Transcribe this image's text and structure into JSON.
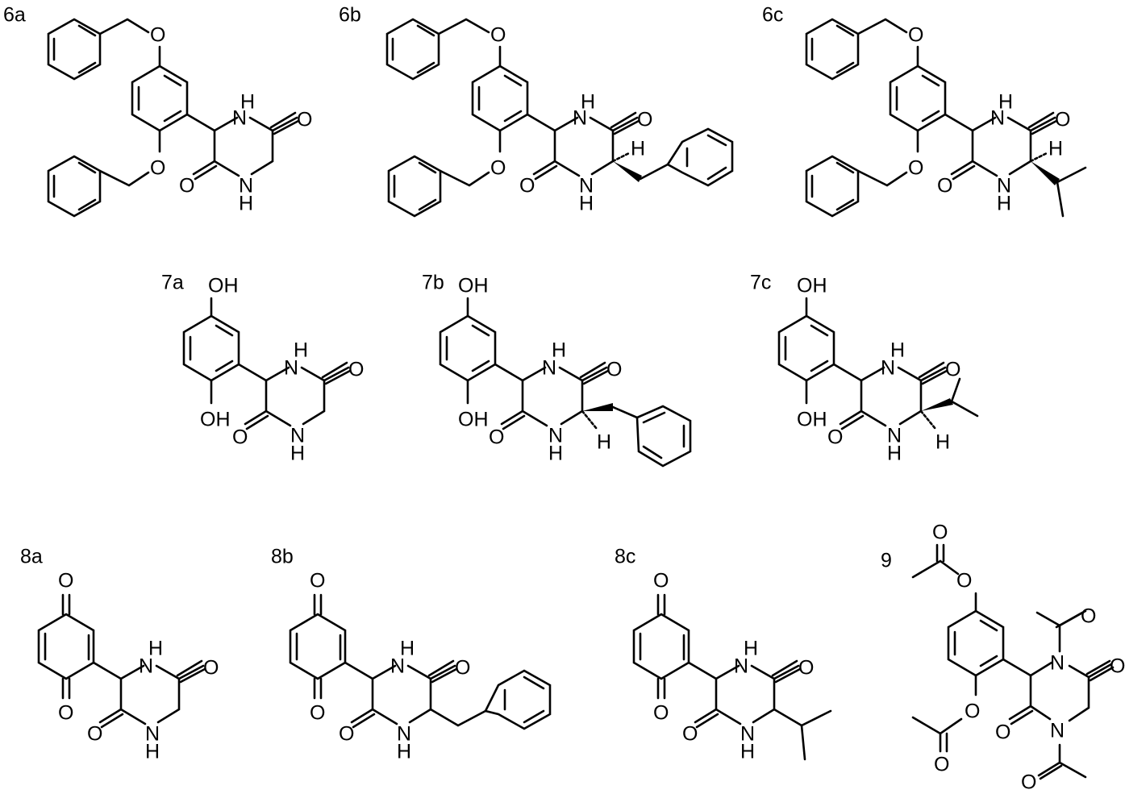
{
  "compounds": [
    {
      "label": "6a"
    },
    {
      "label": "6b"
    },
    {
      "label": "6c"
    },
    {
      "label": "7a"
    },
    {
      "label": "7b"
    },
    {
      "label": "7c"
    },
    {
      "label": "8a"
    },
    {
      "label": "8b"
    },
    {
      "label": "8c"
    },
    {
      "label": "9"
    }
  ],
  "atoms": {
    "O": "O",
    "NH": "H",
    "N_letter": "N",
    "H": "H",
    "OH": "OH"
  }
}
